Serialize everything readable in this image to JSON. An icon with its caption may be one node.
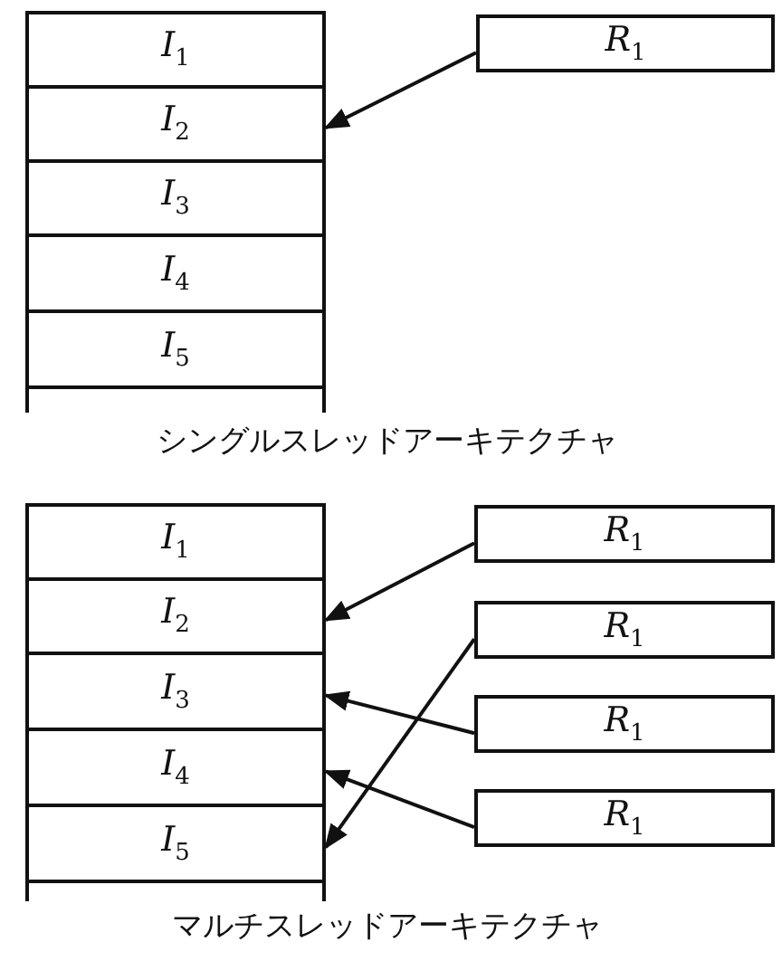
{
  "diagram": {
    "nodes": [
      {
        "text": [
          "I$_{1}$"
        ]
      },
      {
        "text": [
          "I$_{2}$"
        ]
      },
      {
        "text": [
          "I$_{3}$"
        ]
      },
      {
        "text": [
          "I$_{4}$"
        ]
      },
      {
        "text": [
          "I$_{5}$"
        ]
      },
      {
        "text": [
          "R$_{1}$"
        ]
      },
      {
        "text": [
          "I$_{1}$"
        ]
      },
      {
        "text": [
          "I$_{2}$"
        ]
      },
      {
        "text": [
          "I$_{3}$"
        ]
      },
      {
        "text": [
          "I$_{4}$"
        ]
      },
      {
        "text": [
          "I$_{5}$"
        ]
      },
      {
        "text": [
          "R$_{1}$"
        ]
      },
      {
        "text": [
          "R$_{1}$"
        ]
      },
      {
        "text": [
          "R$_{1}$"
        ]
      },
      {
        "text": [
          "R$_{1}$"
        ]
      }
    ],
    "edges": [
      {
        "from": 5,
        "to": 1,
        "arrow": "to"
      },
      {
        "from": 11,
        "to": 7,
        "arrow": "to"
      },
      {
        "from": 12,
        "to": 10,
        "arrow": "to"
      },
      {
        "from": 13,
        "to": 8,
        "arrow": "to"
      },
      {
        "from": 14,
        "to": 9,
        "arrow": "to"
      }
    ],
    "labels": [
      "シングルスレッドアーキテクチャ",
      "マルチスレッドアーキテクチャ"
    ]
  }
}
